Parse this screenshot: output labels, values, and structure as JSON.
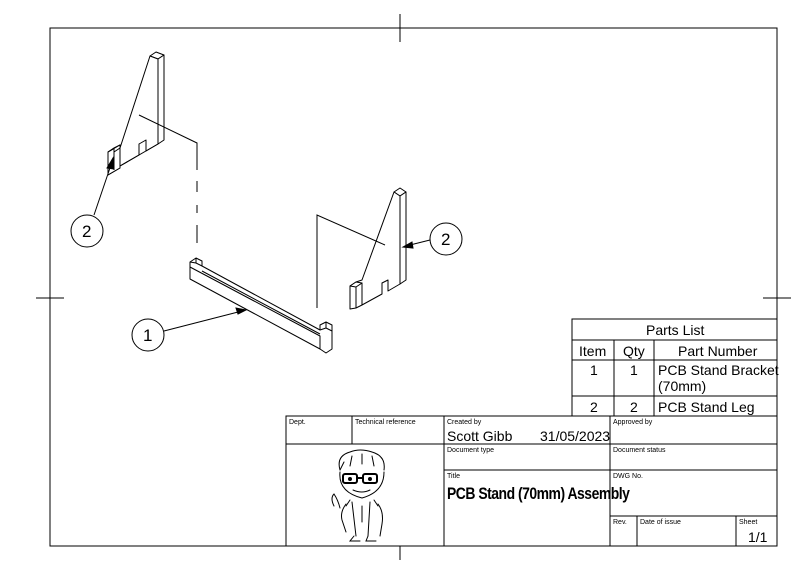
{
  "balloons": {
    "top_left": "2",
    "right": "2",
    "lower_left": "1"
  },
  "parts_list": {
    "title": "Parts List",
    "headers": {
      "item": "Item",
      "qty": "Qty",
      "part_number": "Part Number"
    },
    "rows": [
      {
        "item": "1",
        "qty": "1",
        "part_line1": "PCB Stand Bracket",
        "part_line2": "(70mm)"
      },
      {
        "item": "2",
        "qty": "2",
        "part_line1": "PCB Stand Leg",
        "part_line2": ""
      }
    ]
  },
  "title_block": {
    "dept_label": "Dept.",
    "tech_ref_label": "Technical reference",
    "created_by_label": "Created by",
    "created_by": "Scott Gibb",
    "created_date": "31/05/2023",
    "approved_by_label": "Approved by",
    "doc_type_label": "Document type",
    "doc_status_label": "Document status",
    "title_label": "Title",
    "title": "PCB Stand (70mm) Assembly",
    "dwg_no_label": "DWG No.",
    "rev_label": "Rev.",
    "date_of_issue_label": "Date of issue",
    "sheet_label": "Sheet",
    "sheet": "1/1"
  },
  "colors": {
    "line": "#000000",
    "background": "#ffffff"
  }
}
